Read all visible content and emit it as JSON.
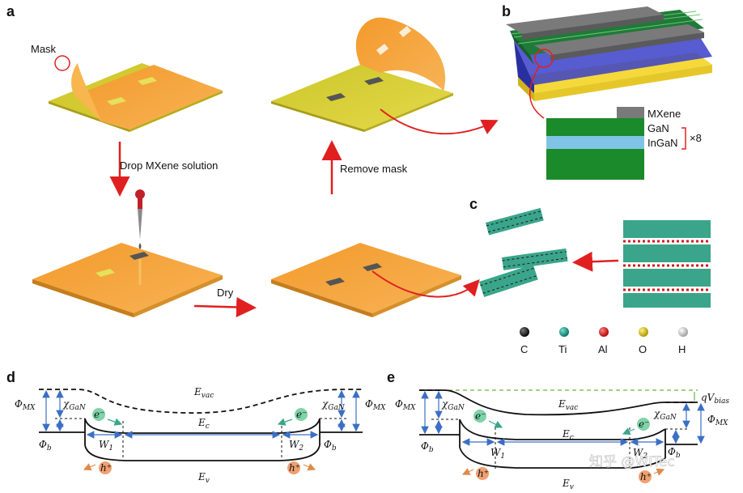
{
  "panels": {
    "a": "a",
    "b": "b",
    "c": "c",
    "d": "d",
    "e": "e"
  },
  "panel_a": {
    "mask_label": "Mask",
    "step_drop": "Drop MXene solution",
    "step_dry": "Dry",
    "step_remove": "Remove mask"
  },
  "panel_b": {
    "layers": {
      "mxene": "MXene",
      "gan": "GaN",
      "ingan": "InGaN",
      "repeat": "×8"
    }
  },
  "panel_c": {
    "atoms": [
      {
        "symbol": "C",
        "color": "#1a1a1a"
      },
      {
        "symbol": "Ti",
        "color": "#0e8a7a"
      },
      {
        "symbol": "Al",
        "color": "#d11c1c"
      },
      {
        "symbol": "O",
        "color": "#d9c21a"
      },
      {
        "symbol": "H",
        "color": "#cfcfcf"
      }
    ]
  },
  "panel_d": {
    "phi_mx": "Φ",
    "phi_mx_sub": "MX",
    "chi": "χ",
    "chi_sub": "GaN",
    "phi_b": "Φ",
    "phi_b_sub": "b",
    "e_vac": "E",
    "e_vac_sub": "vac",
    "e_c": "E",
    "e_c_sub": "c",
    "e_v": "E",
    "e_v_sub": "v",
    "w1": "W",
    "w1_sub": "1",
    "w2": "W",
    "w2_sub": "2",
    "electron": "e⁻",
    "hole": "h⁺"
  },
  "panel_e": {
    "qv_bias": "qV",
    "qv_bias_sub": "bias"
  },
  "watermark": "知乎 @WITec",
  "colors": {
    "orange_mask": "#f5a23a",
    "yellow_sub": "#d7cf2e",
    "gan_green": "#1a8a2a",
    "ingan_blue": "#7fc4e6",
    "mxene_gray": "#7a7a7a",
    "arrow_red": "#e02020",
    "blue_arrows": "#3b6fc4",
    "electron_green": "#7fd4a8",
    "hole_orange": "#f0a070",
    "bias_green": "#6db33f"
  }
}
